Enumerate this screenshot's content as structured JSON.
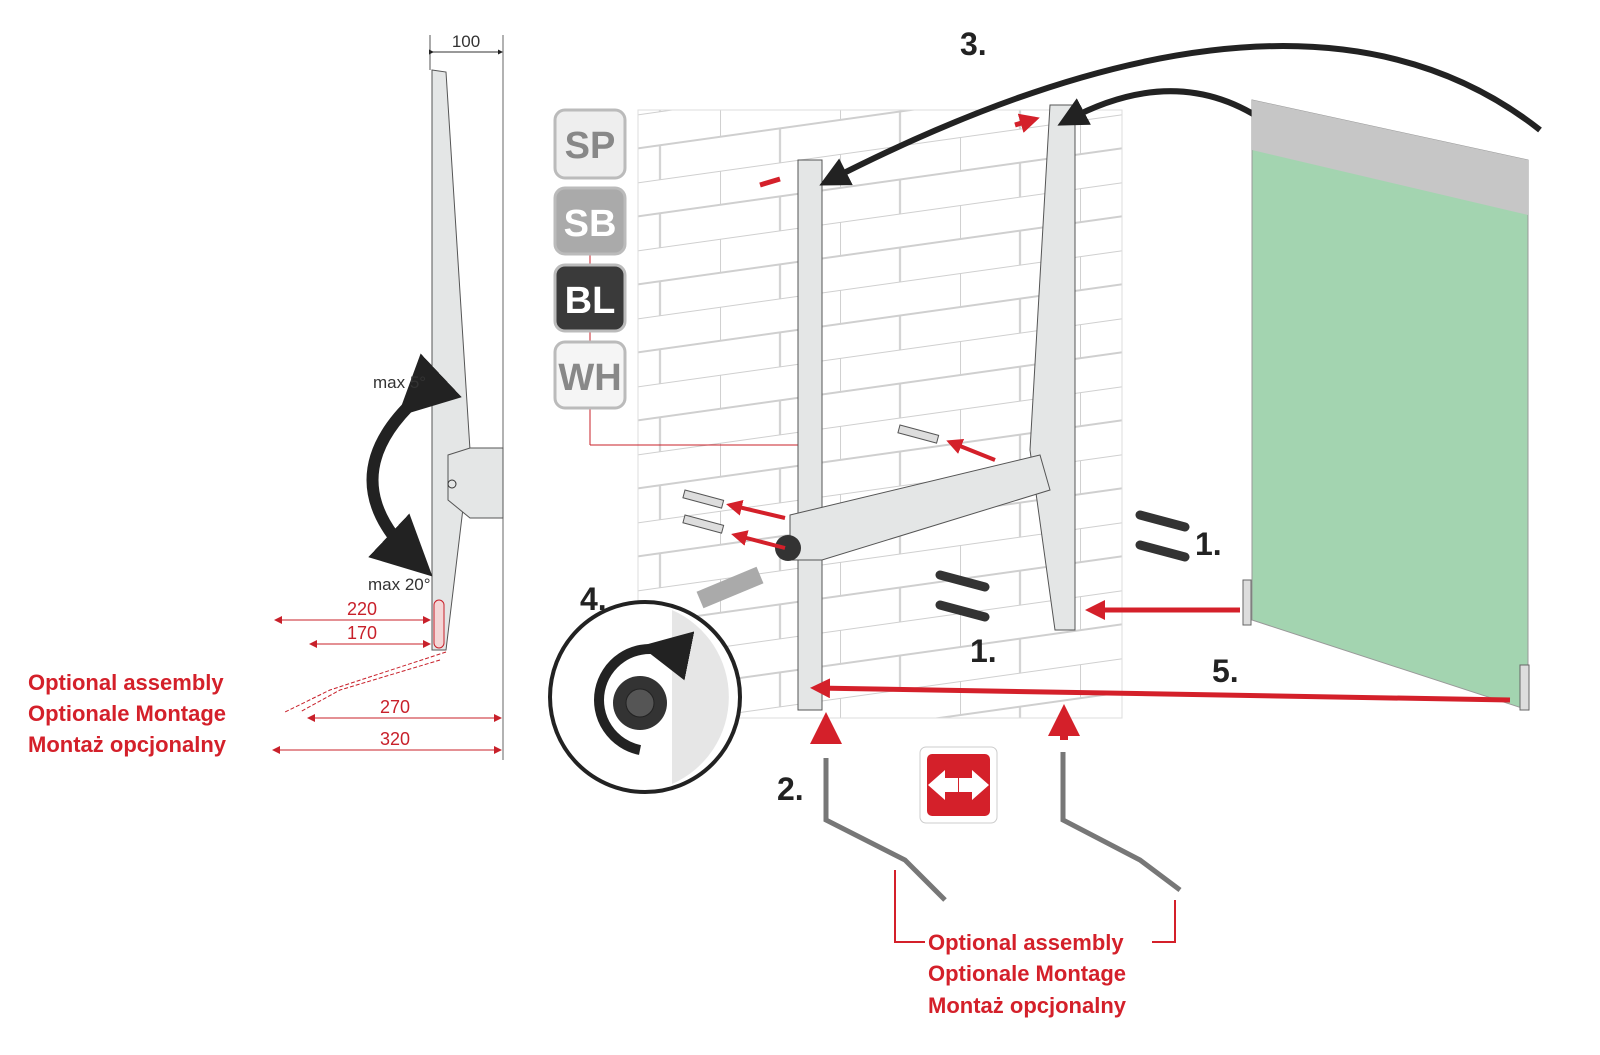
{
  "side_view": {
    "width_dim": "100",
    "angle_top": "max 5°",
    "angle_bottom": "max 20°",
    "dims": [
      "220",
      "170",
      "270",
      "320"
    ],
    "optional_label": [
      "Optional assembly",
      "Optionale Montage",
      "Montaż opcjonalny"
    ]
  },
  "badges": [
    "SP",
    "SB",
    "BL",
    "WH"
  ],
  "steps": {
    "step1a": "1.",
    "step1b": "1.",
    "step2": "2.",
    "step3": "3.",
    "step4": "4.",
    "step5": "5."
  },
  "bottom_optional_label": [
    "Optional assembly",
    "Optionale Montage",
    "Montaż opcjonalny"
  ],
  "colors": {
    "accent_red": "#d4202a",
    "panel_green": "#a3d4b0",
    "metal": "#e4e6e6"
  }
}
